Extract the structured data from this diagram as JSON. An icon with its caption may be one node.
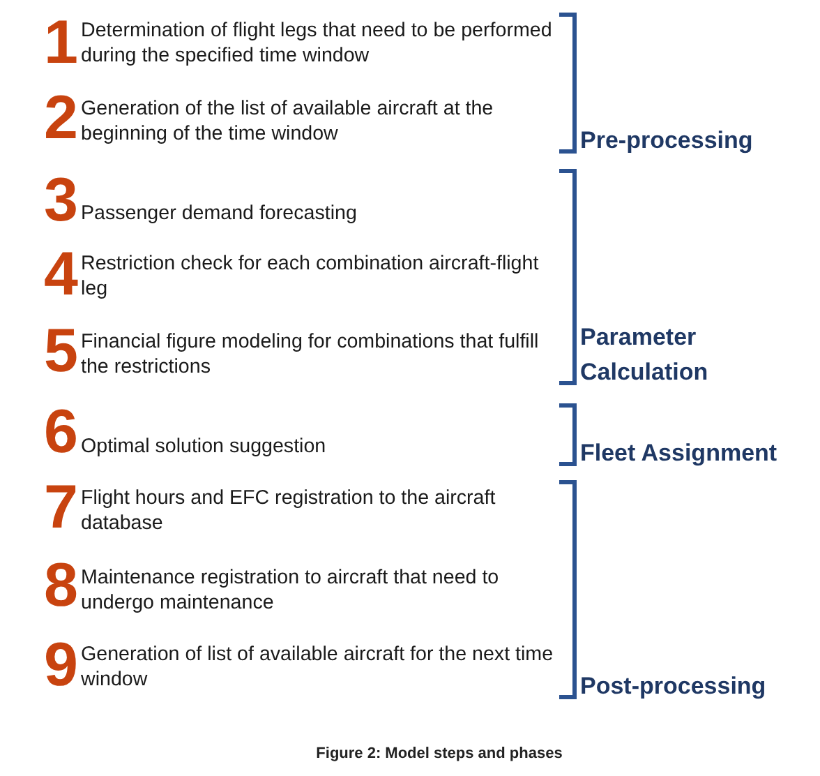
{
  "diagram": {
    "caption": "Figure 2: Model steps and phases",
    "labels": [
      "1",
      "Determination of flight legs that need to be performed during the specified time window",
      "2",
      "Generation of the list of available aircraft at the beginning of the time window",
      "Pre-processing",
      "3",
      "Passenger demand forecasting",
      "4",
      "Restriction check for each combination aircraft-flight leg",
      "5",
      "Financial figure modeling for combinations that fulfill the restrictions",
      "Parameter Calculation",
      "6",
      "Optimal solution suggestion",
      "Fleet Assignment",
      "7",
      "Flight hours and EFC registration to the aircraft database",
      "8",
      "Maintenance registration to aircraft that need to undergo maintenance",
      "9",
      "Generation of list of available aircraft for the next time window",
      "Post-processing"
    ]
  }
}
